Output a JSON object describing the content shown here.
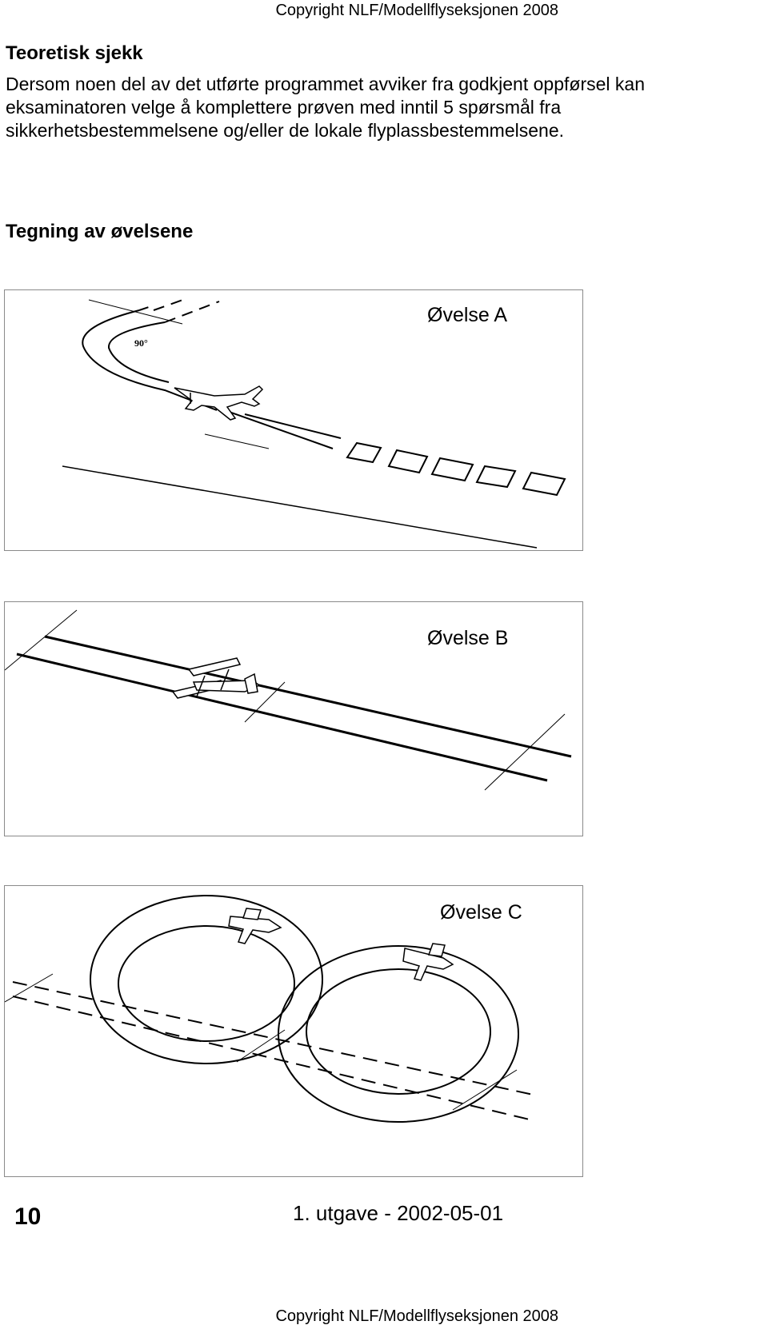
{
  "header": {
    "copyright": "Copyright NLF/Modellflyseksjonen 2008"
  },
  "section_theory": {
    "title": "Teoretisk sjekk",
    "lines": [
      "Dersom noen del av det utførte programmet avviker fra godkjent oppførsel kan",
      "eksaminatoren velge å komplettere prøven med inntil 5 spørsmål fra",
      "sikkerhetsbestemmelsene og/eller de lokale flyplassbestemmelsene."
    ]
  },
  "section_drawings": {
    "title": "Tegning av øvelsene",
    "figures": {
      "a": {
        "label": "Øvelse A",
        "angle_label": "90°"
      },
      "b": {
        "label": "Øvelse B"
      },
      "c": {
        "label": "Øvelse C"
      }
    }
  },
  "footer": {
    "page_number": "10",
    "edition": "1. utgave - 2002-05-01",
    "copyright": "Copyright NLF/Modellflyseksjonen 2008"
  },
  "colors": {
    "ink": "#000000",
    "border": "#8a8a8a",
    "background": "#ffffff"
  }
}
